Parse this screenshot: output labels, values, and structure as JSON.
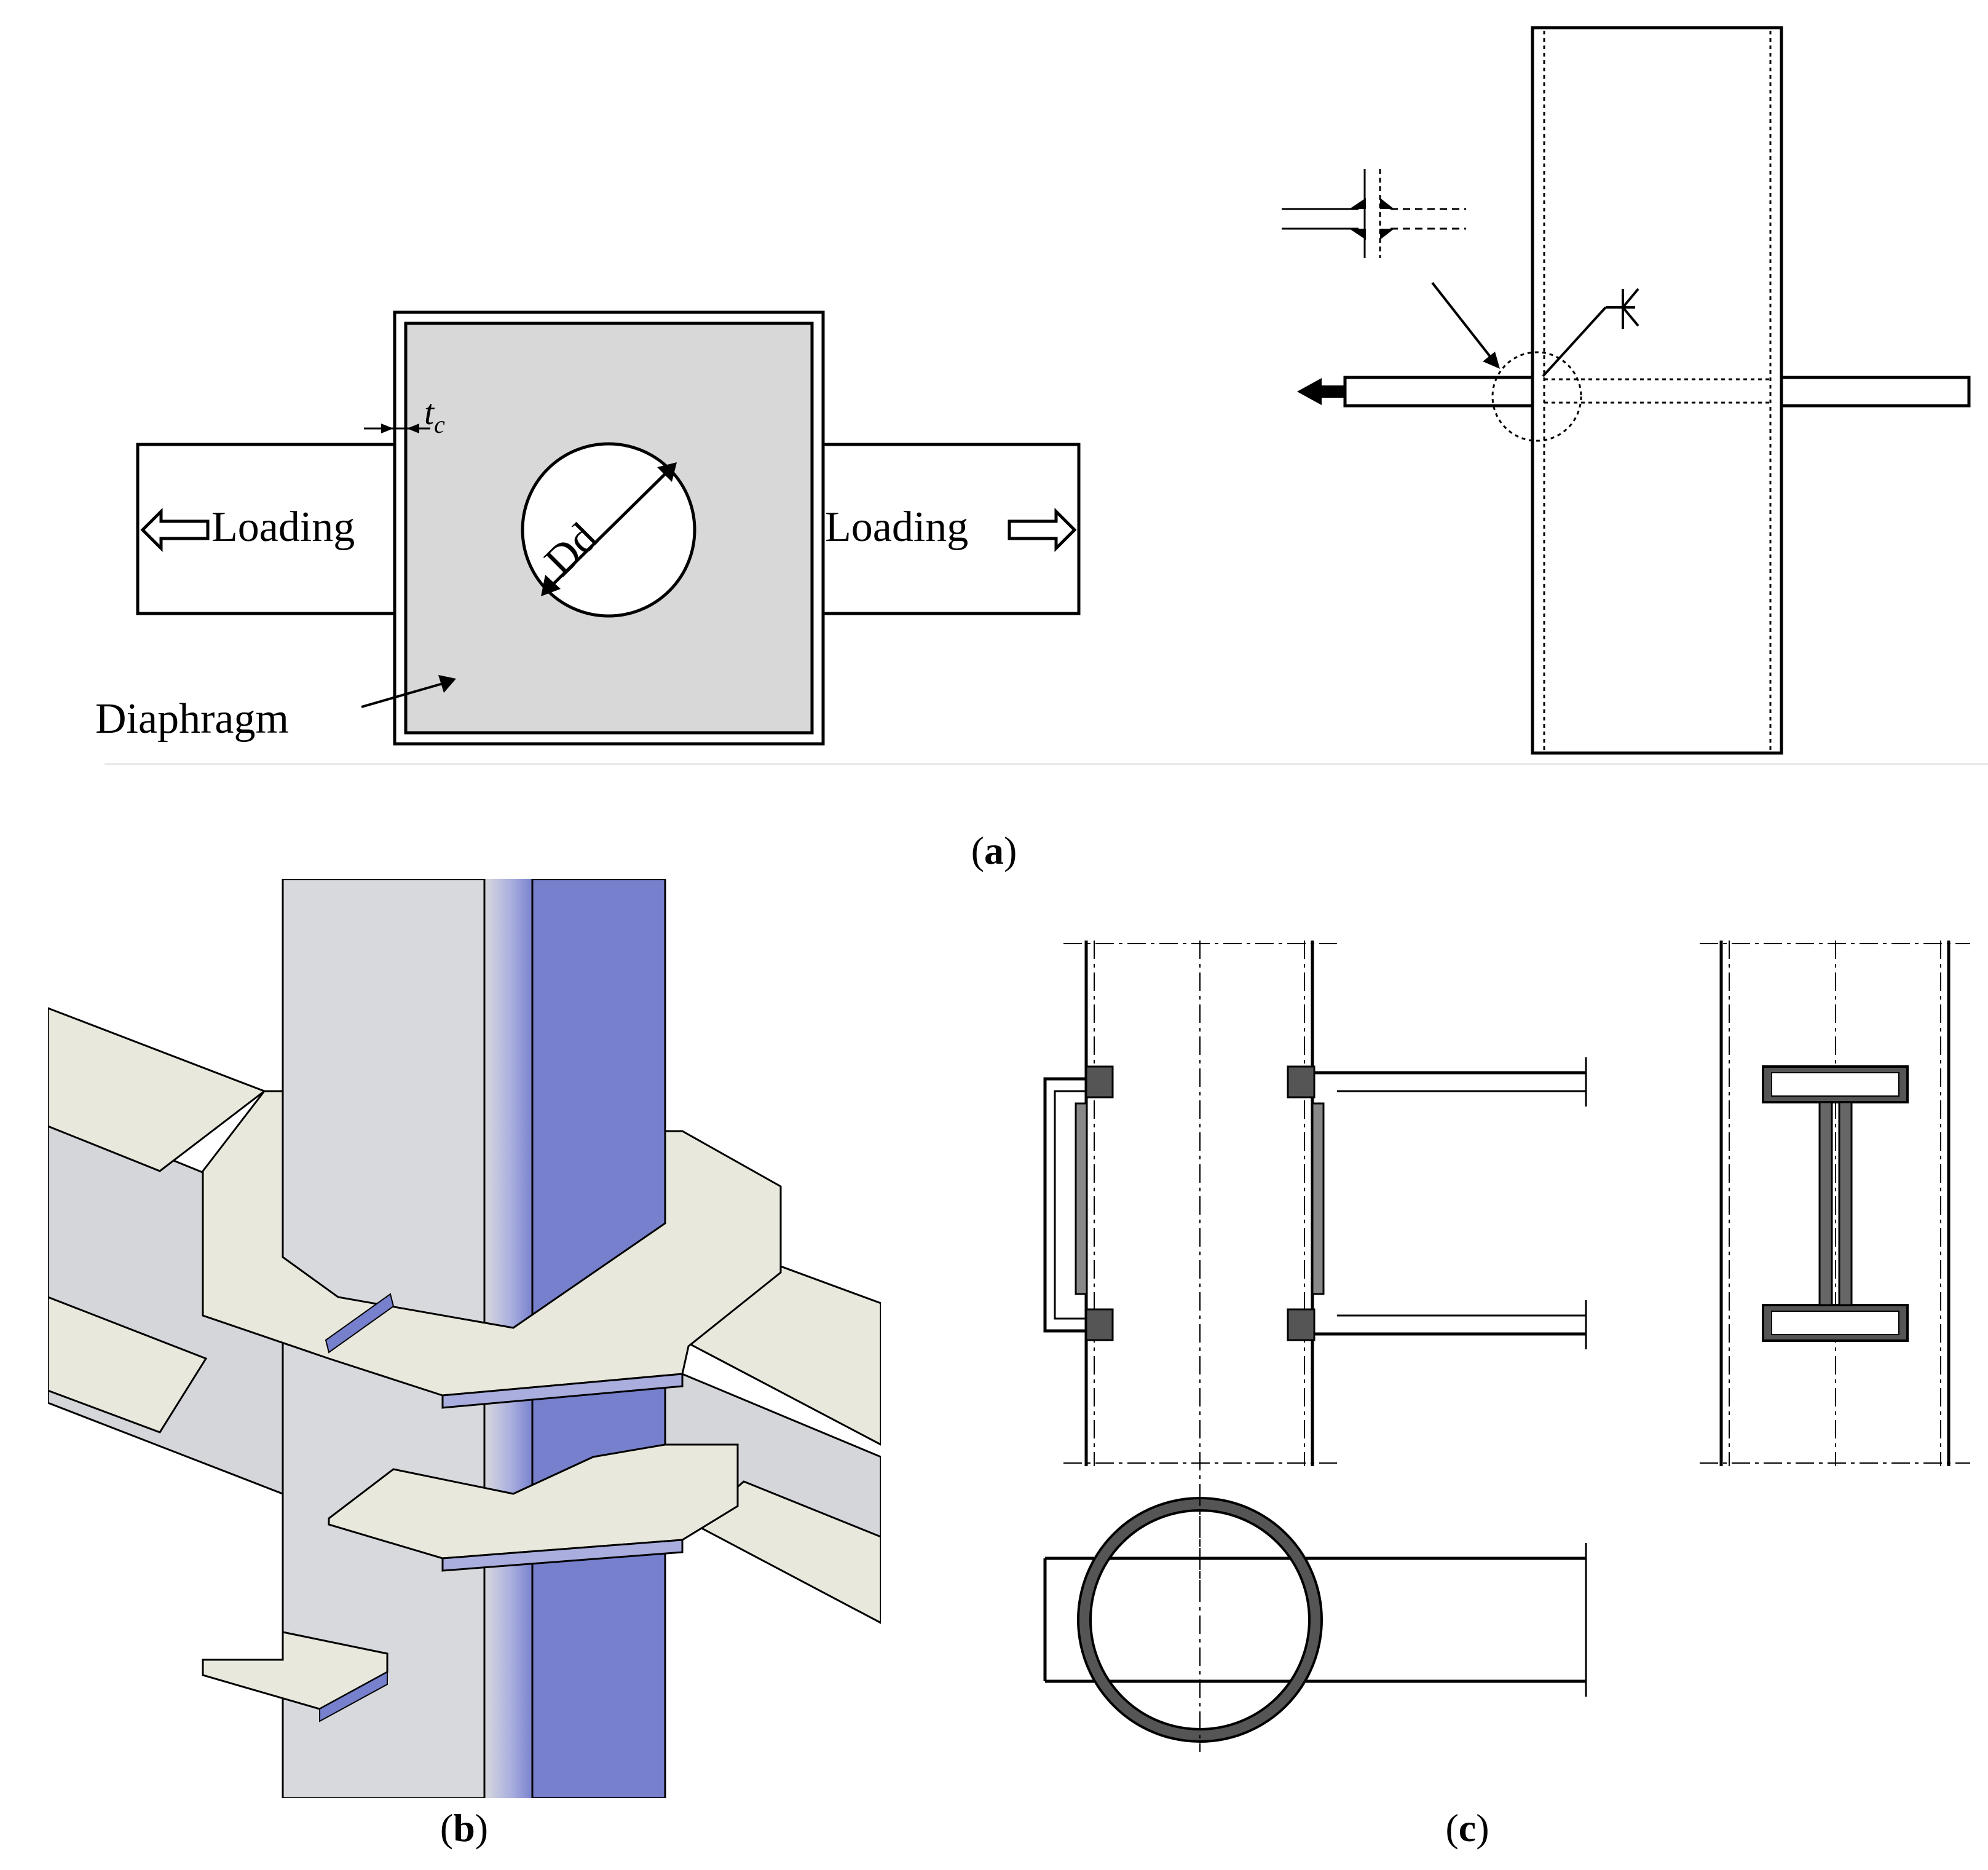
{
  "panel_a": {
    "tc_label_t": "t",
    "tc_label_sub": "c",
    "left_loading": "Loading",
    "right_loading": "Loading",
    "hole_label": "Dd",
    "diaphragm_label": "Diaphragm",
    "caption_open": "(",
    "caption_letter": "a",
    "caption_close": ")"
  },
  "panel_b": {
    "caption_open": "(",
    "caption_letter": "b",
    "caption_close": ")",
    "colors": {
      "tube_face": "#d8d9dd",
      "tube_side": "#7680cc",
      "plate": "#e9e8dc",
      "web": "#d5d6da"
    }
  },
  "panel_c": {
    "caption_open": "(",
    "caption_letter": "c",
    "caption_close": ")",
    "colors": {
      "weld": "#555555",
      "fill": "#999999"
    }
  }
}
